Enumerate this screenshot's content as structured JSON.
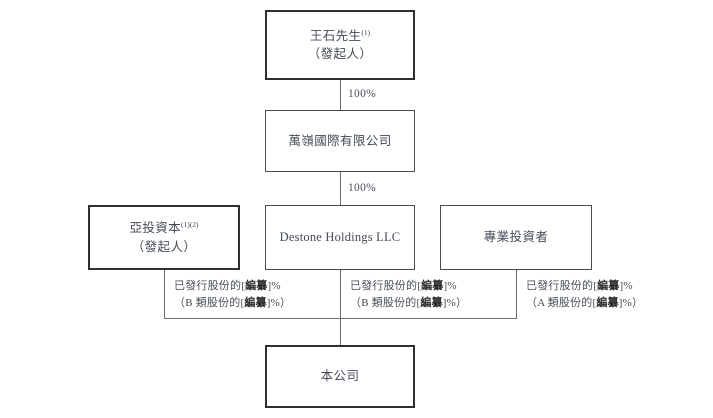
{
  "chart_data": {
    "type": "diagram",
    "title": "Shareholding Structure Chart",
    "nodes": [
      {
        "id": "founder",
        "label": "王石先生",
        "note_marks": "(1)",
        "sub_label": "（發起人）",
        "tier": 1,
        "border": "thick"
      },
      {
        "id": "holdco",
        "label": "萬嶺國際有限公司",
        "note_marks": "",
        "sub_label": "",
        "tier": 2,
        "border": "thin"
      },
      {
        "id": "asia_capital",
        "label": "亞投資本",
        "note_marks": "(1)(2)",
        "sub_label": "（發起人）",
        "tier": 3,
        "border": "thick"
      },
      {
        "id": "destone",
        "label": "Destone Holdings LLC",
        "note_marks": "",
        "sub_label": "",
        "tier": 3,
        "border": "thin"
      },
      {
        "id": "pro_investor",
        "label": "專業投資者",
        "note_marks": "",
        "sub_label": "",
        "tier": 3,
        "border": "thin"
      },
      {
        "id": "company",
        "label": "本公司",
        "note_marks": "",
        "sub_label": "",
        "tier": 4,
        "border": "thick"
      }
    ],
    "edges": [
      {
        "from": "founder",
        "to": "holdco",
        "label": "100%"
      },
      {
        "from": "holdco",
        "to": "destone",
        "label": "100%"
      },
      {
        "from": "asia_capital",
        "to": "company",
        "label": "已發行股份的[編纂]%（B 類股份的[編纂]%）"
      },
      {
        "from": "destone",
        "to": "company",
        "label": "已發行股份的[編纂]%（B 類股份的[編纂]%）"
      },
      {
        "from": "pro_investor",
        "to": "company",
        "label": "已發行股份的[編纂]%（A 類股份的[編纂]%）"
      }
    ]
  },
  "nodes": {
    "founder": {
      "label": "王石先生",
      "note_marks": "(1)",
      "sub_label": "（發起人）"
    },
    "holdco": {
      "label": "萬嶺國際有限公司"
    },
    "asia_capital": {
      "label": "亞投資本",
      "note_marks": "(1)(2)",
      "sub_label": "（發起人）"
    },
    "destone": {
      "label": "Destone Holdings LLC"
    },
    "pro_investor": {
      "label": "專業投資者"
    },
    "company": {
      "label": "本公司"
    }
  },
  "edge_labels": {
    "founder_to_holdco": "100%",
    "holdco_to_destone": "100%"
  },
  "share_notes": {
    "asia_capital": {
      "line1_prefix": "已發行股份的[",
      "line1_fill": "編纂",
      "line1_suffix": "]%",
      "line2_prefix": "（B 類股份的[",
      "line2_fill": "編纂",
      "line2_suffix": "]%）"
    },
    "destone": {
      "line1_prefix": "已發行股份的[",
      "line1_fill": "編纂",
      "line1_suffix": "]%",
      "line2_prefix": "（B 類股份的[",
      "line2_fill": "編纂",
      "line2_suffix": "]%）"
    },
    "pro_investor": {
      "line1_prefix": "已發行股份的[",
      "line1_fill": "編纂",
      "line1_suffix": "]%",
      "line2_prefix": "（A 類股份的[",
      "line2_fill": "編纂",
      "line2_suffix": "]%）"
    }
  },
  "colors": {
    "background": "#ffffff",
    "text": "#444b57",
    "border_thin": "#4a4a4a",
    "border_thick": "#2f2f2f",
    "line": "#6d6d6d",
    "fill_emphasis": "#2b2b2b"
  }
}
